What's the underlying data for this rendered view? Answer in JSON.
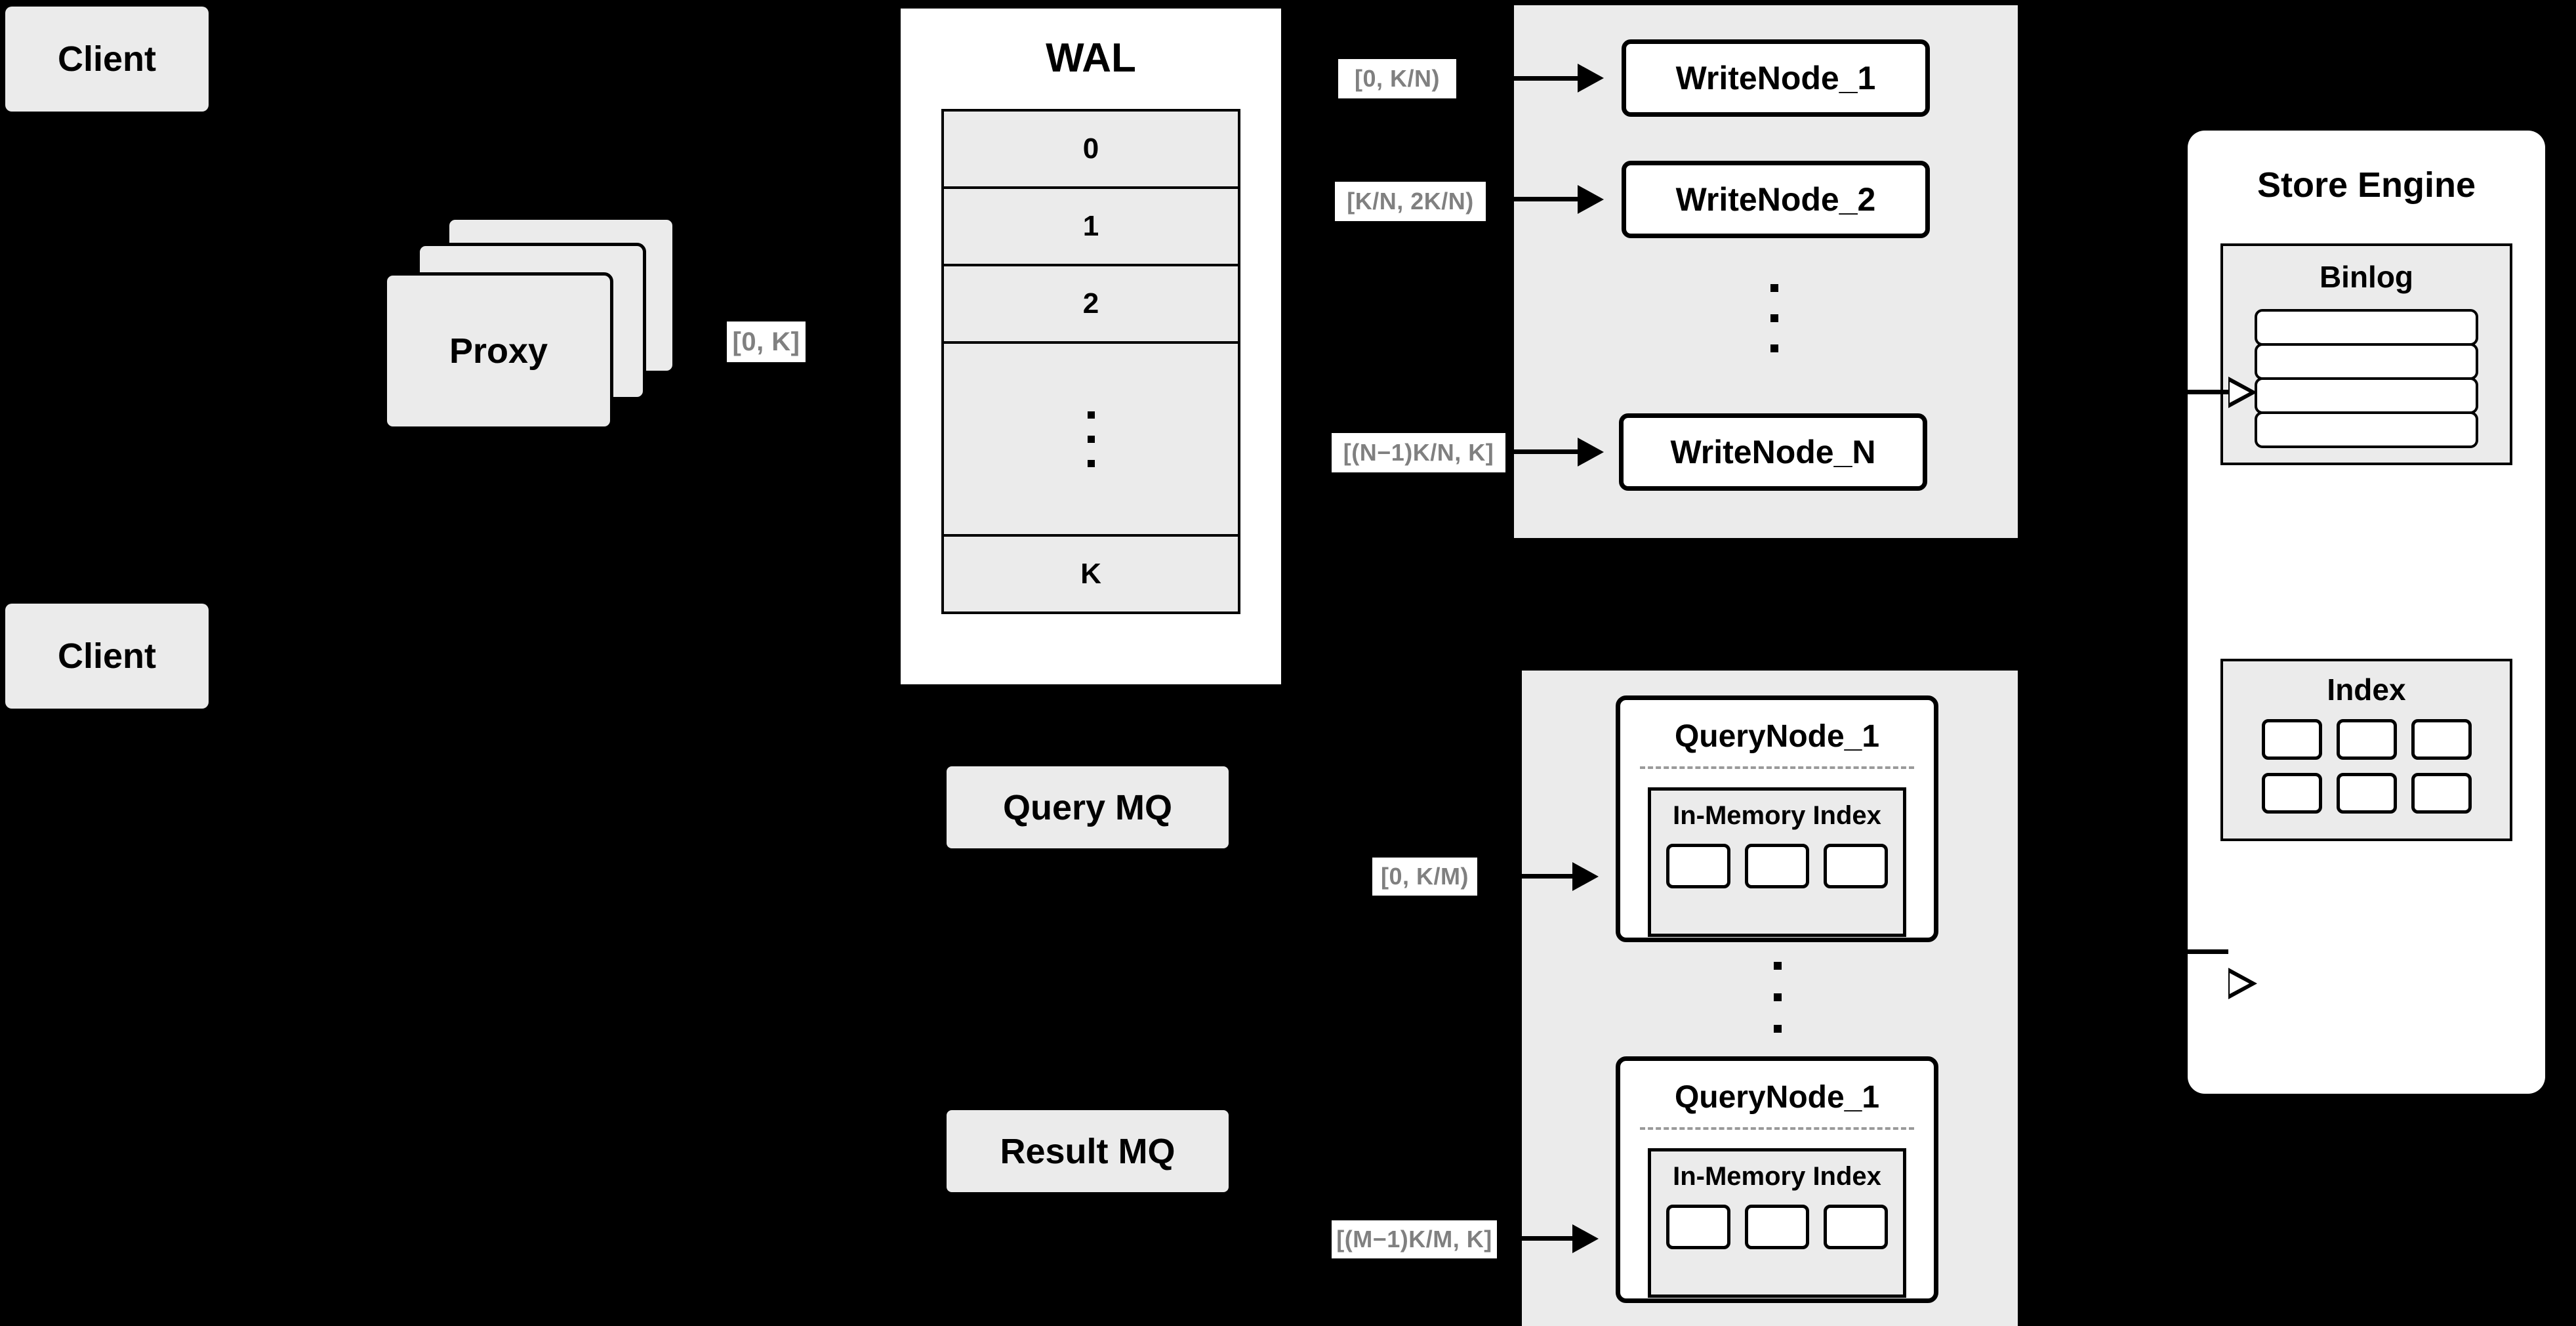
{
  "diagram": {
    "title": "Distributed write/query architecture",
    "colors": {
      "background": "#000000",
      "panel_white": "#ffffff",
      "box_grey": "#ebebeb",
      "label_text_grey": "#808080",
      "stroke": "#000000",
      "dashed_separator": "#9a9a9a"
    }
  },
  "clients": [
    {
      "label": "Client"
    },
    {
      "label": "Client"
    }
  ],
  "proxy": {
    "label": "Proxy",
    "stack_count": 3
  },
  "proxy_edge_label": "[0, K]",
  "wal": {
    "title": "WAL",
    "rows": [
      "0",
      "1",
      "2",
      "",
      "K"
    ],
    "ellipsis_row_index": 3,
    "ellipsis_dots": 3
  },
  "write_cluster": {
    "nodes": [
      {
        "label": "WriteNode_1",
        "range_label": "[0,  K/N)"
      },
      {
        "label": "WriteNode_2",
        "range_label": "[K/N, 2K/N)"
      },
      {
        "label": "WriteNode_N",
        "range_label": "[(N−1)K/N,  K]"
      }
    ],
    "ellipsis_dots": 3
  },
  "query_cluster": {
    "nodes": [
      {
        "label": "QueryNode_1",
        "range_label": "[0, K/M)",
        "memory_index": {
          "title": "In-Memory Index",
          "cell_count": 3
        }
      },
      {
        "label": "QueryNode_1",
        "range_label": "[(M−1)K/M, K]",
        "memory_index": {
          "title": "In-Memory Index",
          "cell_count": 3
        }
      }
    ],
    "ellipsis_dots": 3
  },
  "queues": [
    {
      "label": "Query MQ"
    },
    {
      "label": "Result MQ"
    }
  ],
  "store_engine": {
    "title": "Store Engine",
    "binlog": {
      "title": "Binlog",
      "segment_count": 4
    },
    "index": {
      "title": "Index",
      "cell_count": 6,
      "rows": 2,
      "cols": 3
    }
  }
}
